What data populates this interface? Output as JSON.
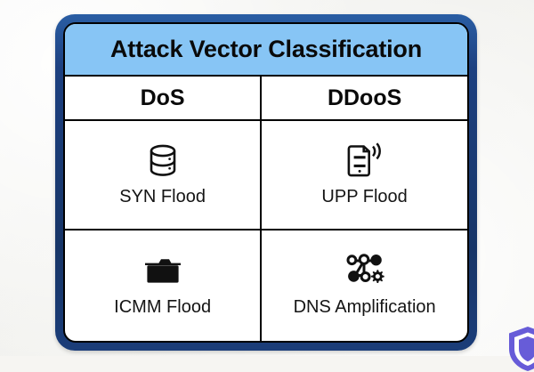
{
  "colors": {
    "frame_navy": "#1d4080",
    "header_blue": "#87c5f5",
    "card_white": "#ffffff",
    "rule_black": "#000000",
    "background": "#f6f5f2",
    "watermark_purple": "#5b4fd6"
  },
  "table": {
    "title": "Attack Vector Classification",
    "columns": [
      {
        "label": "DoS"
      },
      {
        "label": "DDooS"
      }
    ],
    "rows": [
      {
        "cells": [
          {
            "label": "SYN Flood",
            "icon": "database-icon"
          },
          {
            "label": "UPP Flood",
            "icon": "mobile-signal-icon"
          }
        ]
      },
      {
        "cells": [
          {
            "label": "ICMM Flood",
            "icon": "folder-icon"
          },
          {
            "label": "DNS Amplification",
            "icon": "network-gear-icon"
          }
        ]
      }
    ]
  },
  "watermark": {
    "icon": "shield-icon"
  }
}
